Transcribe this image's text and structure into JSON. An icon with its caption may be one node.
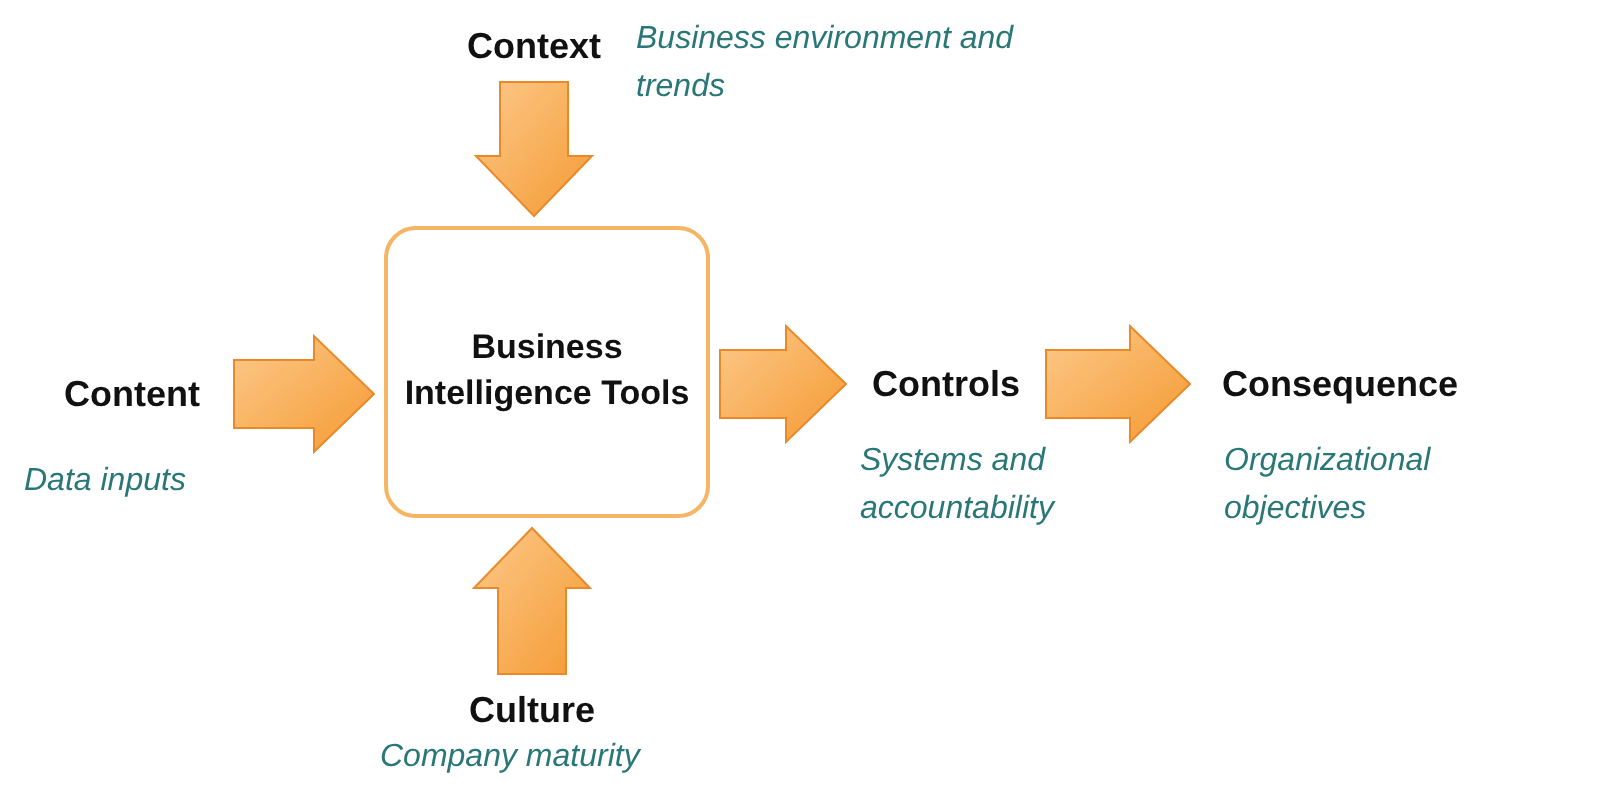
{
  "diagram": {
    "nodes": [
      {
        "text": [
          "Context"
        ],
        "beside": [
          "Business environment and trends"
        ]
      },
      {
        "text": [
          "Content"
        ],
        "beside": [
          "Data inputs"
        ]
      },
      {
        "text": [
          "Business Intelligence Tools"
        ]
      },
      {
        "text": [
          "Controls"
        ],
        "beside": [
          "Systems and accountability"
        ]
      },
      {
        "text": [
          "Consequence"
        ],
        "beside": [
          "Organizational objectives"
        ]
      },
      {
        "text": [
          "Culture"
        ],
        "beside": [
          "Company maturity"
        ]
      }
    ],
    "edges": [
      {
        "from": 0,
        "to": 2,
        "arrow": "to"
      },
      {
        "from": 1,
        "to": 2,
        "arrow": "to"
      },
      {
        "from": 5,
        "to": 2,
        "arrow": "to"
      },
      {
        "from": 2,
        "to": 3,
        "arrow": "to"
      },
      {
        "from": 3,
        "to": 4,
        "arrow": "to"
      }
    ]
  }
}
